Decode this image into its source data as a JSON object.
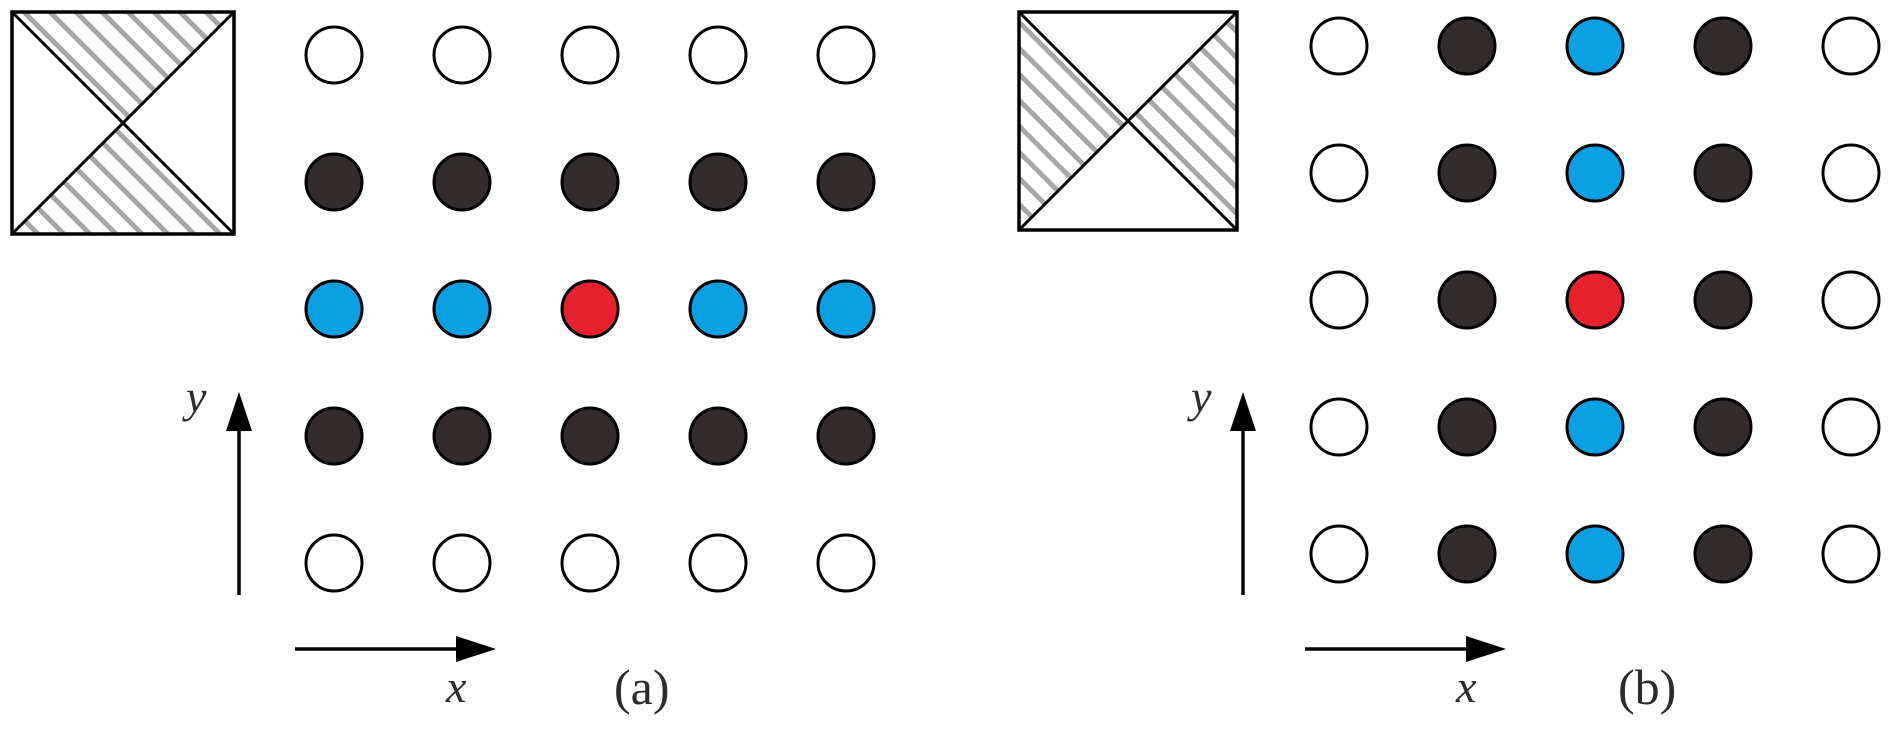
{
  "colors": {
    "empty": "#ffffff",
    "filled": "#332c2d",
    "blue": "#0aa0e2",
    "red": "#e8222d",
    "stroke": "#000000",
    "hatch": "#a6a6a6"
  },
  "panels": [
    {
      "id": "a",
      "label": "(a)",
      "x_axis_label": "x",
      "y_axis_label": "y",
      "inset_hatched_triangles": [
        "top",
        "bottom"
      ],
      "grid": [
        [
          "empty",
          "empty",
          "empty",
          "empty",
          "empty"
        ],
        [
          "filled",
          "filled",
          "filled",
          "filled",
          "filled"
        ],
        [
          "blue",
          "blue",
          "red",
          "blue",
          "blue"
        ],
        [
          "filled",
          "filled",
          "filled",
          "filled",
          "filled"
        ],
        [
          "empty",
          "empty",
          "empty",
          "empty",
          "empty"
        ]
      ]
    },
    {
      "id": "b",
      "label": "(b)",
      "x_axis_label": "x",
      "y_axis_label": "y",
      "inset_hatched_triangles": [
        "left",
        "right"
      ],
      "grid": [
        [
          "empty",
          "filled",
          "blue",
          "filled",
          "empty"
        ],
        [
          "empty",
          "filled",
          "blue",
          "filled",
          "empty"
        ],
        [
          "empty",
          "filled",
          "red",
          "filled",
          "empty"
        ],
        [
          "empty",
          "filled",
          "blue",
          "filled",
          "empty"
        ],
        [
          "empty",
          "filled",
          "blue",
          "filled",
          "empty"
        ]
      ]
    }
  ]
}
